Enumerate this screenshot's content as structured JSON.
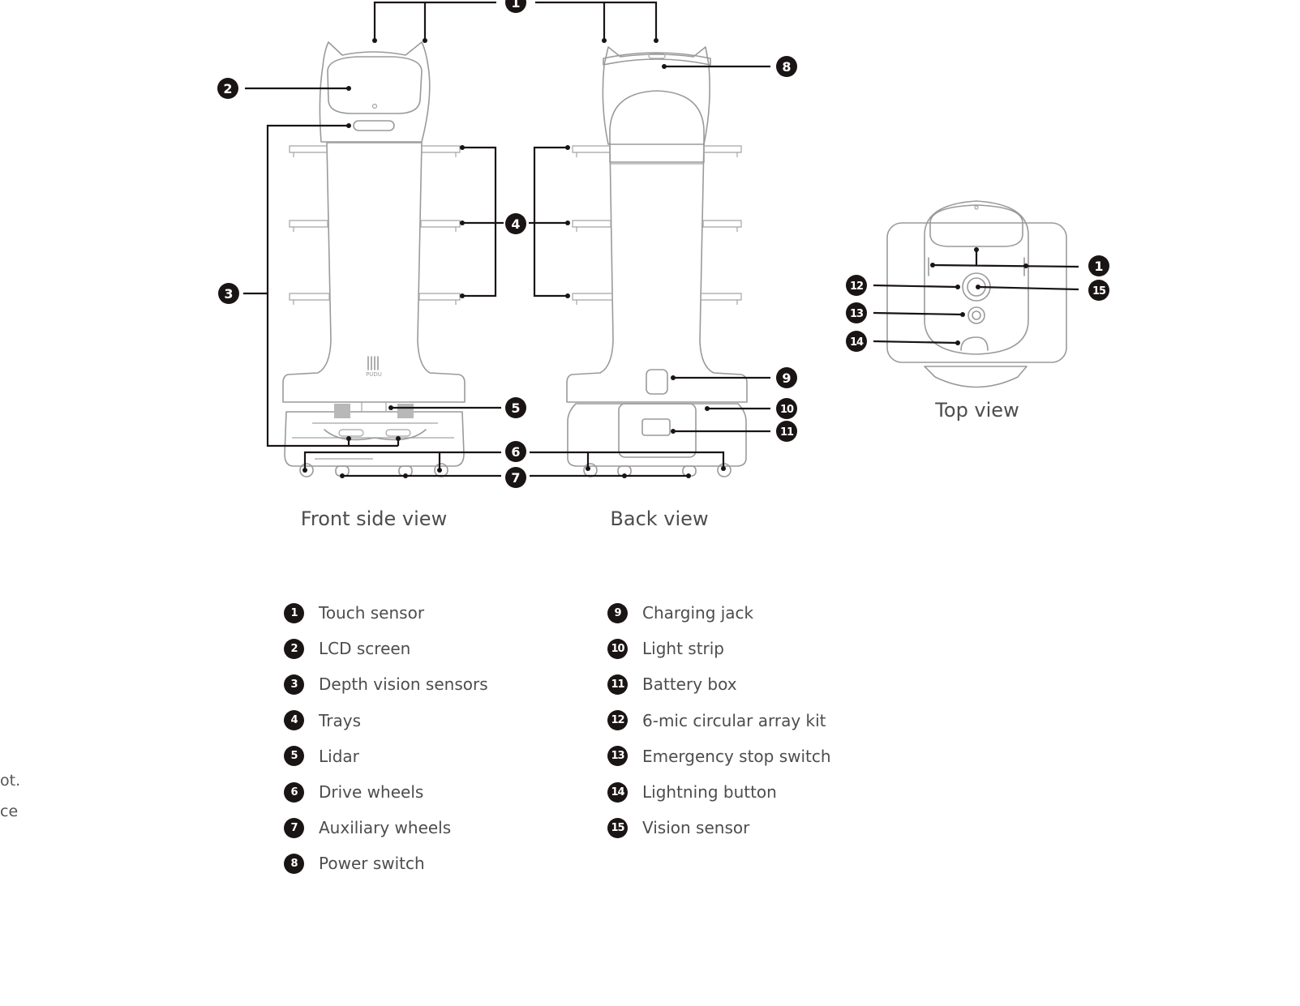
{
  "views": {
    "front": "Front side view",
    "back": "Back view",
    "top": "Top view"
  },
  "logo_text": "PUDU",
  "callouts": [
    "1",
    "2",
    "3",
    "4",
    "5",
    "6",
    "7",
    "8",
    "9",
    "10",
    "11",
    "12",
    "13",
    "14",
    "15"
  ],
  "legend_left": [
    {
      "num": "1",
      "label": "Touch sensor"
    },
    {
      "num": "2",
      "label": "LCD screen"
    },
    {
      "num": "3",
      "label": "Depth vision sensors"
    },
    {
      "num": "4",
      "label": "Trays"
    },
    {
      "num": "5",
      "label": "Lidar"
    },
    {
      "num": "6",
      "label": "Drive wheels"
    },
    {
      "num": "7",
      "label": "Auxiliary wheels"
    },
    {
      "num": "8",
      "label": "Power switch"
    }
  ],
  "legend_right": [
    {
      "num": "9",
      "label": "Charging jack"
    },
    {
      "num": "10",
      "label": "Light strip"
    },
    {
      "num": "11",
      "label": "Battery box"
    },
    {
      "num": "12",
      "label": "6-mic circular array kit"
    },
    {
      "num": "13",
      "label": "Emergency stop switch"
    },
    {
      "num": "14",
      "label": "Lightning button"
    },
    {
      "num": "15",
      "label": "Vision sensor"
    }
  ],
  "left_edge_fragments": [
    "ot.",
    "ce"
  ]
}
